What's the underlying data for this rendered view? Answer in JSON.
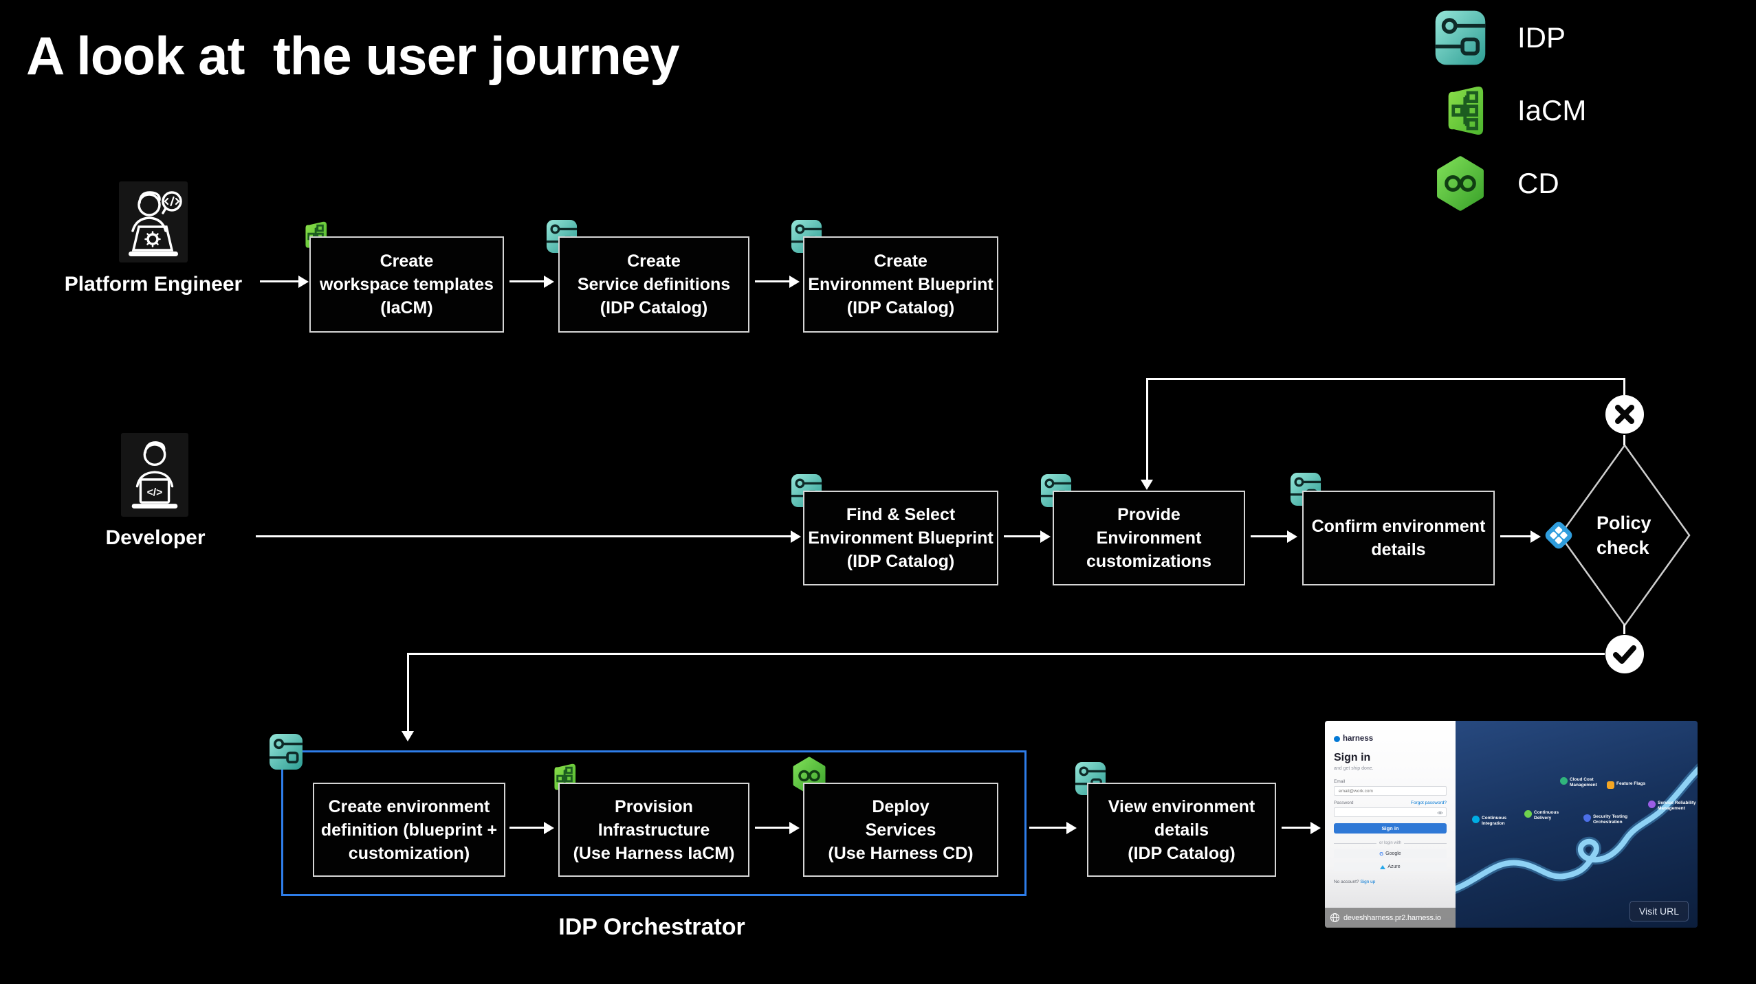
{
  "title": "A look at  the user journey",
  "legend": {
    "items": [
      {
        "icon": "idp-icon",
        "label": "IDP"
      },
      {
        "icon": "iacm-icon",
        "label": "IaCM"
      },
      {
        "icon": "cd-icon",
        "label": "CD"
      }
    ]
  },
  "actors": {
    "platform_engineer": "Platform Engineer",
    "developer": "Developer"
  },
  "steps": {
    "create_workspace_templates": {
      "lines": [
        "Create",
        "workspace templates",
        "(IaCM)"
      ]
    },
    "create_service_definitions": {
      "lines": [
        "Create",
        "Service definitions",
        "(IDP Catalog)"
      ]
    },
    "create_environment_blueprint": {
      "lines": [
        "Create",
        "Environment Blueprint",
        "(IDP Catalog)"
      ]
    },
    "find_select_blueprint": {
      "lines": [
        "Find & Select",
        "Environment Blueprint",
        "(IDP Catalog)"
      ]
    },
    "provide_customizations": {
      "lines": [
        "Provide",
        "Environment",
        "customizations"
      ]
    },
    "confirm_details": {
      "lines": [
        "Confirm environment",
        "details"
      ]
    },
    "create_env_definition": {
      "lines": [
        "Create environment",
        "definition (blueprint +",
        "customization)"
      ]
    },
    "provision_infrastructure": {
      "lines": [
        "Provision",
        "Infrastructure",
        "(Use Harness IaCM)"
      ]
    },
    "deploy_services": {
      "lines": [
        "Deploy",
        "Services",
        "(Use Harness CD)"
      ]
    },
    "view_env_details": {
      "lines": [
        "View environment",
        "details",
        "(IDP Catalog)"
      ]
    }
  },
  "decision": {
    "lines": [
      "Policy",
      "check"
    ]
  },
  "orchestrator_label": "IDP Orchestrator",
  "browser_preview": {
    "brand": "harness",
    "heading": "Sign in",
    "subheading": "and get ship done.",
    "email_label": "Email",
    "email_placeholder": "email@work.com",
    "password_label": "Password",
    "forgot_password": "Forgot password?",
    "signin_button": "Sign in",
    "divider": "or login with",
    "google_button": "Google",
    "azure_button": "Azure",
    "no_account": "No account?",
    "signup_link": "Sign up",
    "url": "deveshharness.pr2.harness.io",
    "visit_button": "Visit URL",
    "products": [
      {
        "name": "Continuous Integration",
        "color": "#00ade4",
        "lines": [
          "Continuous",
          "Integration"
        ]
      },
      {
        "name": "Continuous Delivery",
        "color": "#6fd34e",
        "lines": [
          "Continuous",
          "Delivery"
        ]
      },
      {
        "name": "Cloud Cost Management",
        "color": "#30b57c",
        "lines": [
          "Cloud Cost",
          "Management"
        ]
      },
      {
        "name": "Feature Flags",
        "color": "#f5a623",
        "lines": [
          "Feature Flags",
          ""
        ]
      },
      {
        "name": "Security Testing Orchestration",
        "color": "#4c6fe7",
        "lines": [
          "Security Testing",
          "Orchestration"
        ]
      },
      {
        "name": "Service Reliability Management",
        "color": "#9b5de5",
        "lines": [
          "Service Reliability",
          "Management"
        ]
      }
    ]
  },
  "colors": {
    "background": "#000000",
    "box_border": "#d6d6d6",
    "orchestrator_border": "#2e7de9",
    "idp_teal": "#4fc0b4",
    "iacm_green": "#63c52e",
    "cd_green": "#58c43c",
    "policy_blue": "#2f9ddd",
    "signin_blue": "#2e78d6"
  }
}
